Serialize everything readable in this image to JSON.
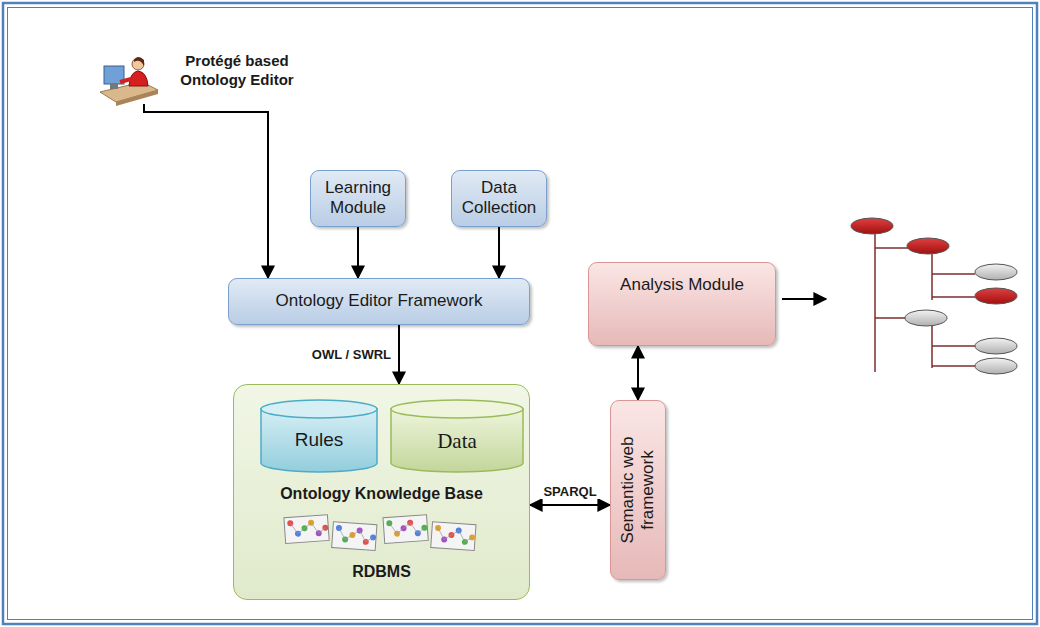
{
  "diagram": {
    "nodes": [
      {
        "text": [
          "Protégé based Ontology Editor"
        ]
      },
      {
        "text": [
          "Learning Module"
        ]
      },
      {
        "text": [
          "Data Collection"
        ]
      },
      {
        "text": [
          "Ontology Editor Framework"
        ]
      },
      {
        "text": [
          "Analysis Module"
        ]
      },
      {
        "text": [
          "Ontology Knowledge Base",
          "RDBMS"
        ]
      },
      {
        "text": [
          "Rules"
        ],
        "in": 5
      },
      {
        "text": [
          "Data"
        ],
        "in": 5
      },
      {
        "text": [
          "Semantic web framework"
        ]
      }
    ],
    "edges": [
      {
        "from": 0,
        "to": 3,
        "arrow": "to"
      },
      {
        "from": 1,
        "to": 3,
        "arrow": "to"
      },
      {
        "from": 2,
        "to": 3,
        "arrow": "to"
      },
      {
        "from": 3,
        "to": 5,
        "label": "OWL / SWRL",
        "arrow": "to"
      },
      {
        "from": 5,
        "to": 8,
        "label": "SPARQL",
        "arrow": "both"
      },
      {
        "from": 8,
        "to": 4,
        "arrow": "both"
      }
    ]
  }
}
